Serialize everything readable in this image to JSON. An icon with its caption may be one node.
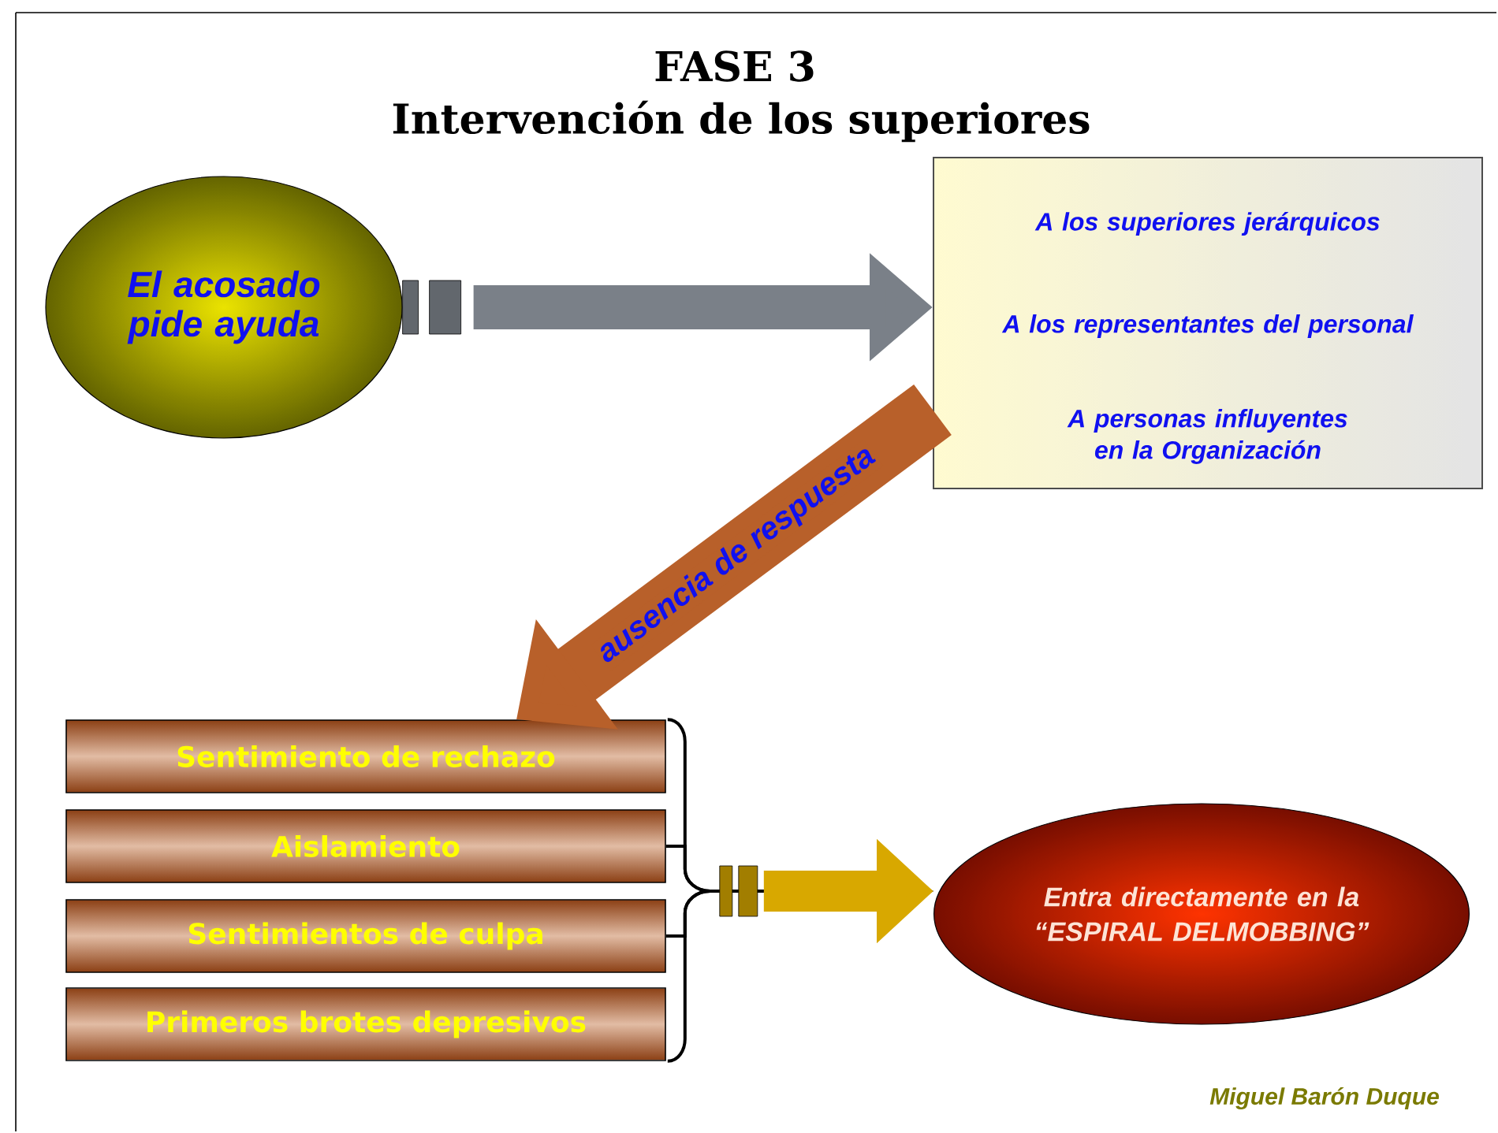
{
  "diagram": {
    "title": "FASE 3",
    "nodes": [
      {
        "text": [
          "El acosado pide ayuda"
        ]
      },
      {
        "text": [
          "A los superiores jerárquicos",
          "A los representantes del personal",
          "A personas influyentes en la Organización"
        ]
      },
      {
        "text": [
          "Sentimiento de rechazo"
        ]
      },
      {
        "text": [
          "Aislamiento"
        ]
      },
      {
        "text": [
          "Sentimientos de culpa"
        ]
      },
      {
        "text": [
          "Primeros brotes depresivos"
        ]
      },
      {
        "text": [
          "Entra directamente en la “ESPIRAL DELMOBBING”"
        ]
      }
    ],
    "edges": [
      {
        "from": 0,
        "to": 1,
        "arrow": "to",
        "style": "thick",
        "color": "#7a8088"
      },
      {
        "from": 1,
        "to": 2,
        "arrow": "to",
        "label": "ausencia de respuesta",
        "style": "thick",
        "color": "#b8602a"
      },
      {
        "from": 2,
        "to": 6,
        "arrow": "to"
      },
      {
        "from": 3,
        "to": 6,
        "arrow": "to"
      },
      {
        "from": 4,
        "to": 6,
        "arrow": "to"
      },
      {
        "from": 5,
        "to": 6,
        "arrow": "to"
      }
    ],
    "labels": [
      "Intervención de los superiores",
      "Miguel Barón Duque"
    ]
  }
}
